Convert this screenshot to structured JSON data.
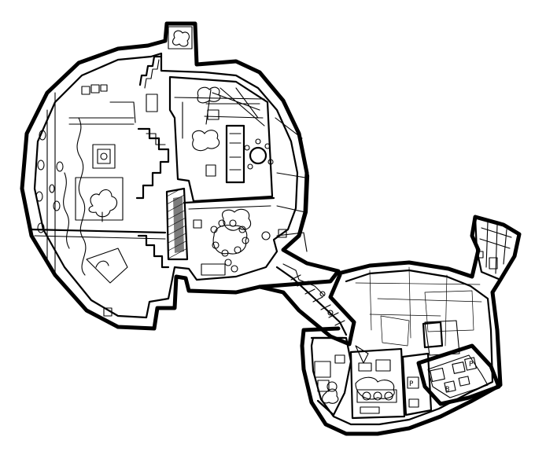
{
  "map": {
    "style": "hand-drawn black ink floor plan",
    "colors": {
      "ink": "#000000",
      "paper": "#ffffff",
      "hatch": "#111111"
    },
    "marks": {
      "room_letter_p_a": "P",
      "room_letter_p_b": "P",
      "room_mark_b": "B"
    }
  }
}
